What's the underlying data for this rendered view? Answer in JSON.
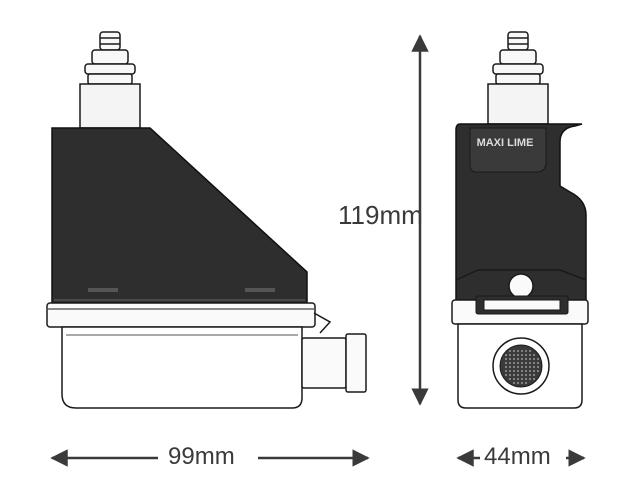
{
  "dimensions": {
    "height": "119mm",
    "width": "99mm",
    "depth": "44mm"
  },
  "product": {
    "logo_text": "MAXI LIME"
  },
  "colors": {
    "outline": "#1a1a1a",
    "body_dark": "#2e2e2e",
    "body_light": "#f4f4f4",
    "dimension": "#3a3a3a"
  }
}
